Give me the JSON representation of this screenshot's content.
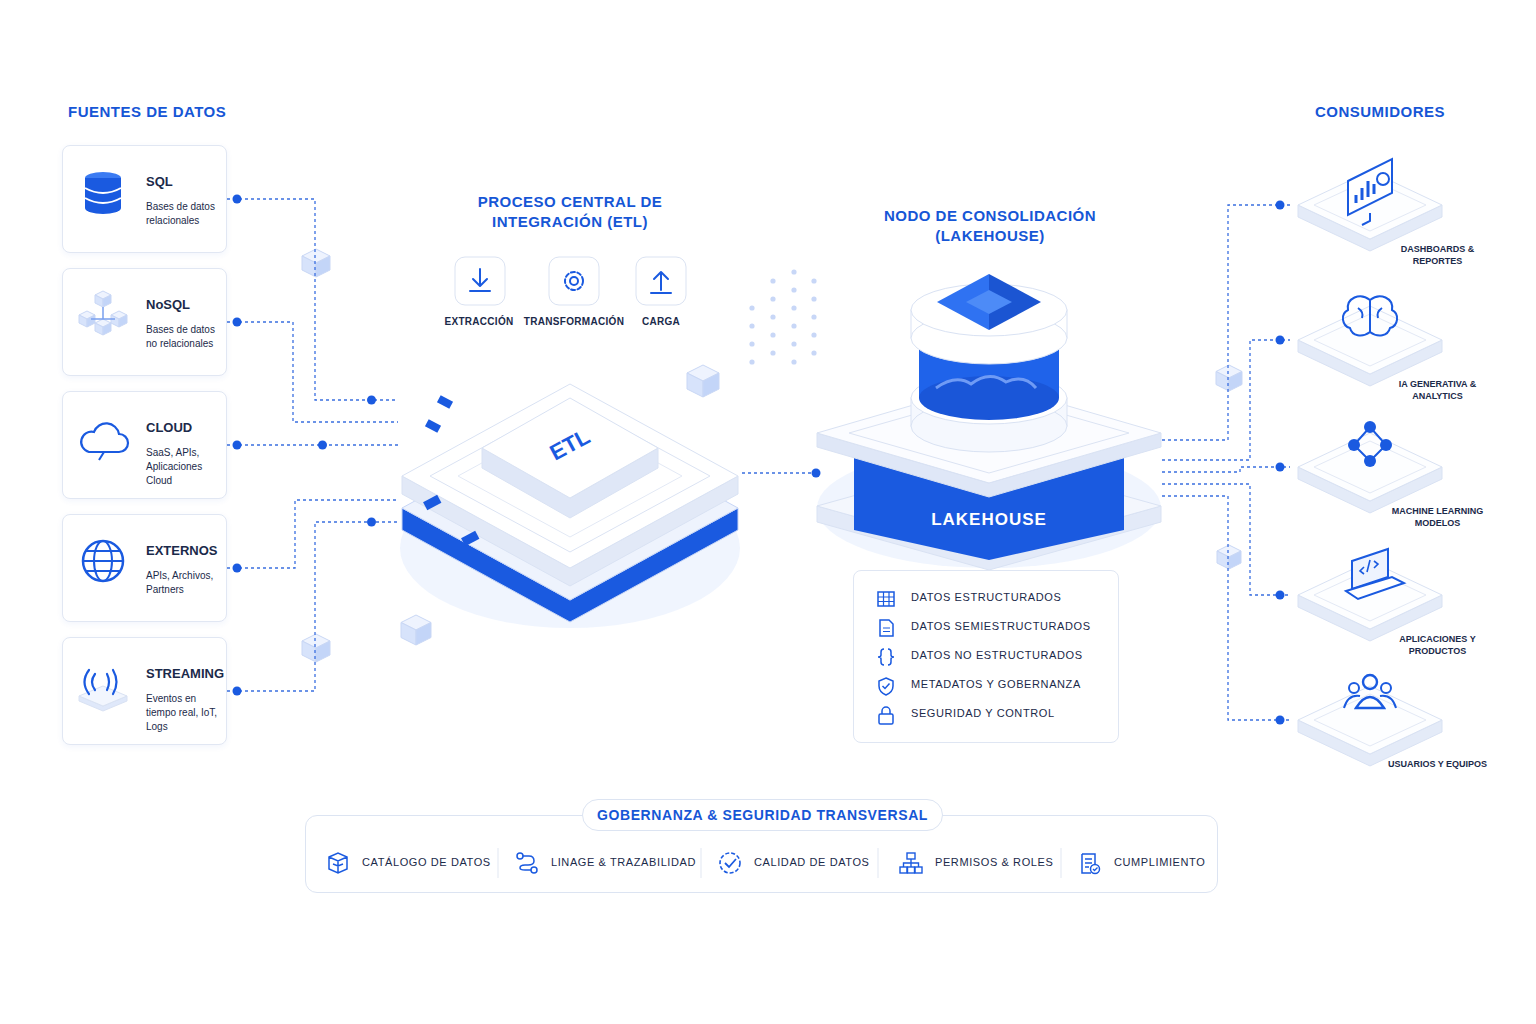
{
  "diagram": {
    "nodes": [
      {
        "text": [
          "SQL",
          "Bases de datos relacionales"
        ]
      },
      {
        "text": [
          "NoSQL",
          "Bases de datos no relacionales"
        ]
      },
      {
        "text": [
          "CLOUD",
          "SaaS, APIs, Aplicaciones Cloud"
        ]
      },
      {
        "text": [
          "EXTERNOS",
          "APIs, Archivos, Partners"
        ]
      },
      {
        "text": [
          "STREAMING",
          "Eventos en tiempo real, IoT, Logs"
        ]
      },
      {
        "text": [
          "PROCESO CENTRAL DE INTEGRACIÓN (ETL)",
          "ETL"
        ]
      },
      {
        "text": [
          "NODO DE CONSOLIDACIÓN (LAKEHOUSE)",
          "LAKEHOUSE"
        ]
      },
      {
        "text": [
          "DATOS ESTRUCTURADOS",
          "DATOS SEMIESTRUCTURADOS",
          "DATOS NO ESTRUCTURADOS",
          "METADATOS Y GOBERNANZA",
          "SEGURIDAD Y CONTROL"
        ]
      },
      {
        "text": [
          "DASHBOARDS & REPORTES"
        ]
      },
      {
        "text": [
          "IA GENERATIVA & ANALYTICS"
        ]
      },
      {
        "text": [
          "MACHINE LEARNING MODELOS"
        ]
      },
      {
        "text": [
          "APLICACIONES Y PRODUCTOS"
        ]
      },
      {
        "text": [
          "USUARIOS Y EQUIPOS"
        ]
      },
      {
        "text": [
          "GOBERNANZA & SEGURIDAD TRANSVERSAL",
          "CATÁLOGO DE DATOS",
          "LINAGE & TRAZABILIDAD",
          "CALIDAD DE DATOS",
          "PERMISOS & ROLES",
          "CUMPLIMIENTO"
        ]
      }
    ],
    "edges": [
      {
        "from": 0,
        "to": 5,
        "arrow": "none"
      },
      {
        "from": 1,
        "to": 5,
        "arrow": "none"
      },
      {
        "from": 2,
        "to": 5,
        "arrow": "none"
      },
      {
        "from": 3,
        "to": 5,
        "arrow": "none"
      },
      {
        "from": 4,
        "to": 5,
        "arrow": "none"
      },
      {
        "from": 5,
        "to": 6,
        "arrow": "none"
      },
      {
        "from": 6,
        "to": 8,
        "arrow": "none"
      },
      {
        "from": 6,
        "to": 9,
        "arrow": "none"
      },
      {
        "from": 6,
        "to": 10,
        "arrow": "none"
      },
      {
        "from": 6,
        "to": 11,
        "arrow": "none"
      },
      {
        "from": 6,
        "to": 12,
        "arrow": "none"
      }
    ],
    "labels": [
      "FUENTES DE DATOS",
      "CONSUMIDORES",
      "EXTRACCIÓN",
      "TRANSFORMACIÓN",
      "CARGA"
    ]
  }
}
